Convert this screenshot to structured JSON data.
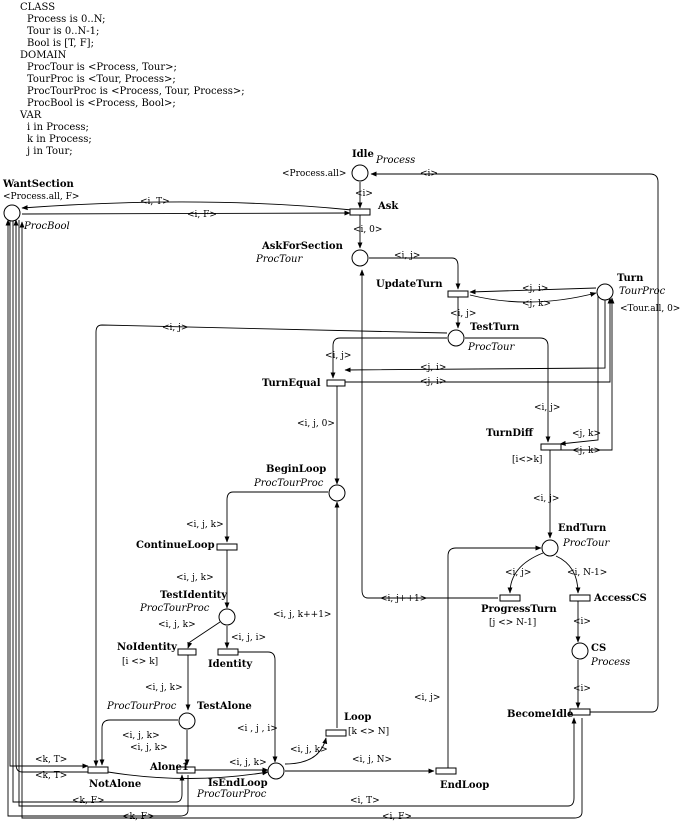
{
  "declarations": {
    "lines": [
      "CLASS",
      "Process is 0..N;",
      "Tour is 0..N-1;",
      "Bool is [T, F];",
      "DOMAIN",
      "ProcTour is <Process, Tour>;",
      "TourProc is <Tour, Process>;",
      "ProcTourProc is <Process, Tour, Process>;",
      "ProcBool is <Process, Bool>;",
      "VAR",
      "i in Process;",
      "k in Process;",
      "j in Tour;"
    ]
  },
  "places": {
    "idle": {
      "name": "Idle",
      "type": "Process",
      "marking": "<Process.all>"
    },
    "want_section": {
      "name": "WantSection",
      "type": "ProcBool",
      "marking": "<Process.all, F>"
    },
    "ask_for_section": {
      "name": "AskForSection",
      "type": "ProcTour"
    },
    "turn": {
      "name": "Turn",
      "type": "TourProc",
      "marking": "<Tour.all, 0>"
    },
    "test_turn": {
      "name": "TestTurn",
      "type": "ProcTour"
    },
    "begin_loop": {
      "name": "BeginLoop",
      "type": "ProcTourProc"
    },
    "end_turn": {
      "name": "EndTurn",
      "type": "ProcTour"
    },
    "test_identity": {
      "name": "TestIdentity",
      "type": "ProcTourProc"
    },
    "test_alone": {
      "name": "TestAlone",
      "type": "ProcTourProc"
    },
    "is_end_loop": {
      "name": "IsEndLoop",
      "type": "ProcTourProc"
    },
    "cs": {
      "name": "CS",
      "type": "Process"
    }
  },
  "transitions": {
    "ask": {
      "name": "Ask"
    },
    "update_turn": {
      "name": "UpdateTurn"
    },
    "turn_equal": {
      "name": "TurnEqual"
    },
    "turn_diff": {
      "name": "TurnDiff",
      "guard": "[i<>k]"
    },
    "continue_loop": {
      "name": "ContinueLoop"
    },
    "no_identity": {
      "name": "NoIdentity",
      "guard": "[i <> k]"
    },
    "identity": {
      "name": "Identity"
    },
    "not_alone": {
      "name": "NotAlone"
    },
    "alone1": {
      "name": "Alone1"
    },
    "loop": {
      "name": "Loop",
      "guard": "[k <> N]"
    },
    "end_loop": {
      "name": "EndLoop"
    },
    "progress_turn": {
      "name": "ProgressTurn",
      "guard": "[j <> N-1]"
    },
    "access_cs": {
      "name": "AccessCS"
    },
    "become_idle": {
      "name": "BecomeIdle"
    }
  },
  "arc_labels": {
    "i_idle_ask": "<i>",
    "i_become_idle": "<i>",
    "i_T_ask_want": "<i, T>",
    "i_F_want_ask": "<i, F>",
    "i_0_ask": "<i, 0>",
    "i_j_update": "<i, j>",
    "i_j_test_notalone": "<i, j>",
    "j_i_turn_update": "<j, i>",
    "j_k_update_turn": "<j, k>",
    "i_j_update_test": "<i, j>",
    "i_j_test_equal": "<i, j>",
    "j_i_turn_equal_a": "<j, i>",
    "j_i_turn_equal_b": "<j, i>",
    "i_j_0": "<i, j, 0>",
    "i_j_test_diff": "<i, j>",
    "j_k_diff_a": "<j, k>",
    "j_k_diff_b": "<j, k>",
    "i_j_diff_end": "<i, j>",
    "i_j_k_continue": "<i, j, k>",
    "i_j_k_testid": "<i, j, k>",
    "i_j_k_noid": "<i, j, k>",
    "i_j_i_identity": "<i, j, i>",
    "i_j_k_testalone": "<i, j, k>",
    "i_j_k_plus": "<i, j, k++1>",
    "i_j_i_isend": "<i , j , i>",
    "i_j_k_alone_a": "<i, j, k>",
    "i_j_k_alone_b": "<i, j, k>",
    "i_j_k_isend": "<i, j, k>",
    "i_j_k_loop": "<i, j, k>",
    "i_j_N": "<i, j, N>",
    "i_j_endloop": "<i, j>",
    "i_j_progress": "<i, j>",
    "i_j_plus": "<i, j++1>",
    "i_N_1": "<i, N-1>",
    "i_cs_in": "<i>",
    "i_cs_out": "<i>",
    "k_T_a": "<k, T>",
    "k_T_b": "<k, T>",
    "k_F_a": "<k, F>",
    "k_F_b": "<k, F>",
    "i_T_become": "<i, T>",
    "i_F_become": "<i, F>",
    "i_idle_return": "<i>"
  }
}
